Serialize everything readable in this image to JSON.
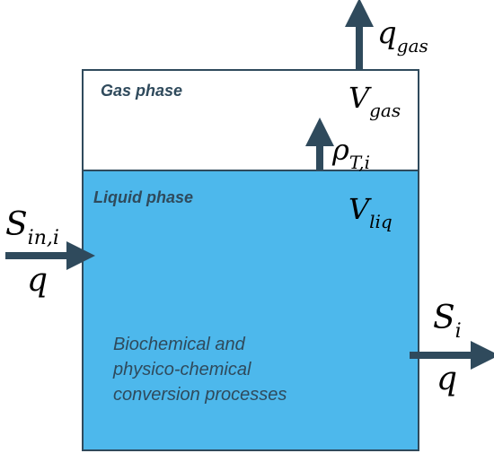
{
  "colors": {
    "liquid": "#4db8ec",
    "gas": "#ffffff",
    "border": "#2f4a5c",
    "arrow": "#2f4a5c",
    "text_dark": "#2f4a5c",
    "math": "#000000"
  },
  "gas_phase": {
    "label": "Gas phase",
    "volume": {
      "base": "V",
      "sub": "gas"
    }
  },
  "liquid_phase": {
    "label": "Liquid phase",
    "volume": {
      "base": "V",
      "sub": "liq"
    },
    "process_lines": [
      "Biochemical and",
      "physico-chemical",
      "conversion processes"
    ]
  },
  "streams": {
    "gas_out": {
      "base": "q",
      "sub": "gas"
    },
    "transfer": {
      "base": "ρ",
      "sub": "T,i"
    },
    "inflow": {
      "base": "S",
      "sub": "in,i",
      "flow": "q"
    },
    "outflow": {
      "base": "S",
      "sub": "i",
      "flow": "q"
    }
  }
}
